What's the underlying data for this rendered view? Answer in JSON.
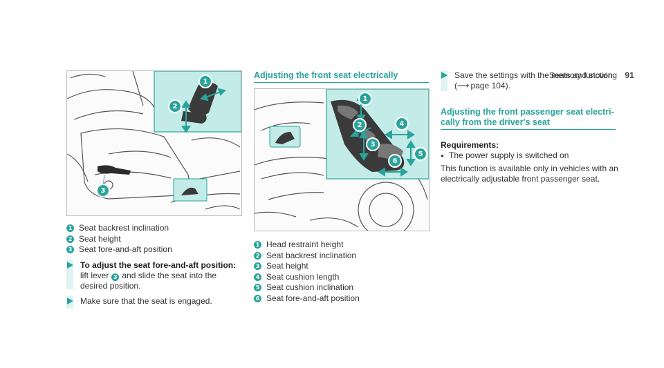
{
  "header": {
    "section": "Seats and stowing",
    "page_number": "91"
  },
  "left": {
    "figure_callouts": [
      "1",
      "2",
      "3"
    ],
    "captions": [
      {
        "num": "1",
        "text": "Seat backrest inclination"
      },
      {
        "num": "2",
        "text": "Seat height"
      },
      {
        "num": "3",
        "text": "Seat fore-and-aft position"
      }
    ],
    "step1": {
      "title": "To adjust the seat fore-and-aft position:",
      "line1_a": "lift lever",
      "lever_num": "3",
      "line1_b": "and slide the seat into the",
      "line2": "desired position."
    },
    "step2": {
      "text": "Make sure that the seat is engaged."
    }
  },
  "middle": {
    "title": "Adjusting the front seat electrically",
    "figure_callouts": [
      "1",
      "2",
      "3",
      "4",
      "5",
      "6"
    ],
    "captions": [
      {
        "num": "1",
        "text": "Head restraint height"
      },
      {
        "num": "2",
        "text": "Seat backrest inclination"
      },
      {
        "num": "3",
        "text": "Seat height"
      },
      {
        "num": "4",
        "text": "Seat cushion length"
      },
      {
        "num": "5",
        "text": "Seat cushion inclination"
      },
      {
        "num": "6",
        "text": "Seat fore-and-aft position"
      }
    ]
  },
  "right": {
    "save_step": {
      "line1": "Save the settings with the memory function",
      "line2_prefix": "(",
      "arrow": "⟶",
      "line2_suffix": " page 104)."
    },
    "title_line1": "Adjusting the front passenger seat electri‐",
    "title_line2": "cally from the driver's seat",
    "requirements_label": "Requirements:",
    "requirement_item": "The power supply is switched on",
    "note_line1": "This function is available only in vehicles with an",
    "note_line2": "electrically adjustable front passenger seat."
  },
  "colors": {
    "accent": "#2aa39b",
    "highlight_bg": "#c3ebe8",
    "step_bar": "#dff4f2"
  }
}
